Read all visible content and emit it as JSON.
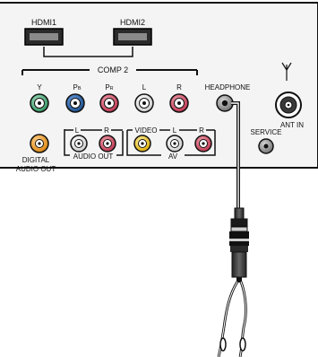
{
  "panel": {
    "hdmi1": "HDMI1",
    "hdmi2": "HDMI2",
    "comp2": "COMP 2",
    "comp_y": "Y",
    "comp_pb": "P",
    "comp_pb_sub": "B",
    "comp_pr": "P",
    "comp_pr_sub": "R",
    "comp_l": "L",
    "comp_r": "R",
    "headphone": "HEADPHONE",
    "ant_in": "ANT IN",
    "service": "SERVICE",
    "digital": "DIGITAL",
    "audio_out_1": "AUDIO OUT",
    "audio_l": "L",
    "audio_r": "R",
    "audio_out_2": "AUDIO OUT",
    "video": "VIDEO",
    "av_l": "L",
    "av_r": "R",
    "av": "AV"
  },
  "colors": {
    "y_green": "#3fae73",
    "pb_blue": "#1f5fa8",
    "pr_red": "#d9455d",
    "audio_white": "#f3f3f3",
    "audio_red": "#d9455d",
    "video_yellow": "#f1c40f",
    "digital_orange": "#f39c12",
    "jack_dark": "#555555"
  }
}
